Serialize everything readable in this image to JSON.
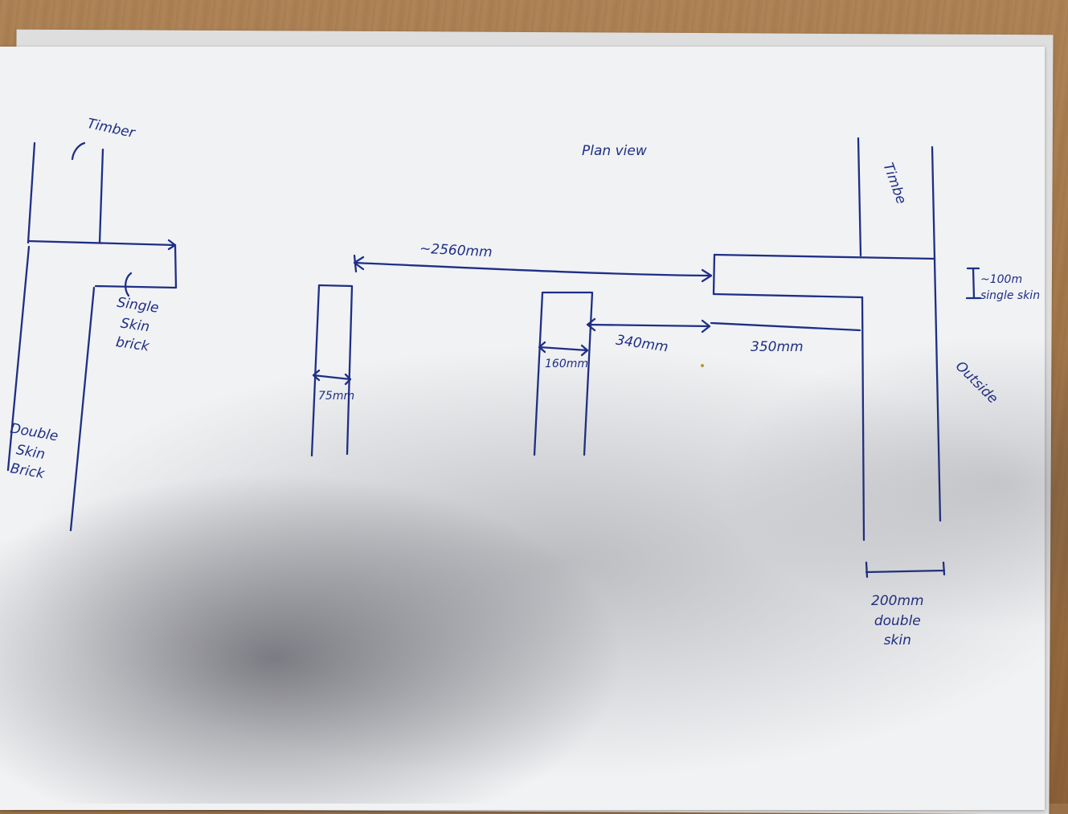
{
  "labels": {
    "title": "Plan view",
    "timber_left": "Timber",
    "timber_right": "Timbe",
    "single_skin_brick": "Single\nSkin\nbrick",
    "double_skin_brick": "Double\nSkin\nBrick",
    "outside": "Outside",
    "single_skin_right": "~100m\nsingle skin"
  },
  "dimensions": {
    "span": "~2560mm",
    "pillar_left_width": "75mm",
    "pillar_mid_width": "160mm",
    "gap_mid": "340mm",
    "gap_right": "350mm",
    "double_skin": "200mm\ndouble\nskin"
  },
  "colors": {
    "ink": "#1e2f86",
    "paper": "#f1f2f4",
    "table": "#a27649"
  }
}
